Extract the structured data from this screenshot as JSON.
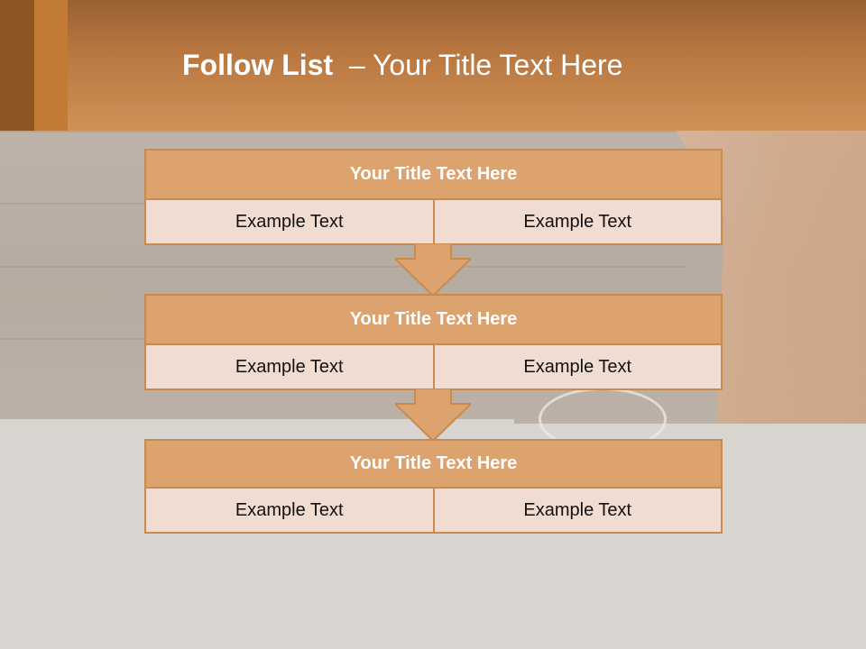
{
  "slide": {
    "title_bold": "Follow List",
    "title_rest": "– Your Title Text Here"
  },
  "blocks": [
    {
      "heading": "Your Title Text Here",
      "left": "Example Text",
      "right": "Example Text"
    },
    {
      "heading": "Your Title Text Here",
      "left": "Example Text",
      "right": "Example Text"
    },
    {
      "heading": "Your Title Text Here",
      "left": "Example Text",
      "right": "Example Text"
    }
  ],
  "colors": {
    "header_orange": "#cf9257",
    "box_heading": "#dda36f",
    "box_cell": "#f0dcd0",
    "border": "#c98a4e",
    "background": "#d8d5d0"
  },
  "icons": {
    "connector": "down-arrow-icon"
  }
}
